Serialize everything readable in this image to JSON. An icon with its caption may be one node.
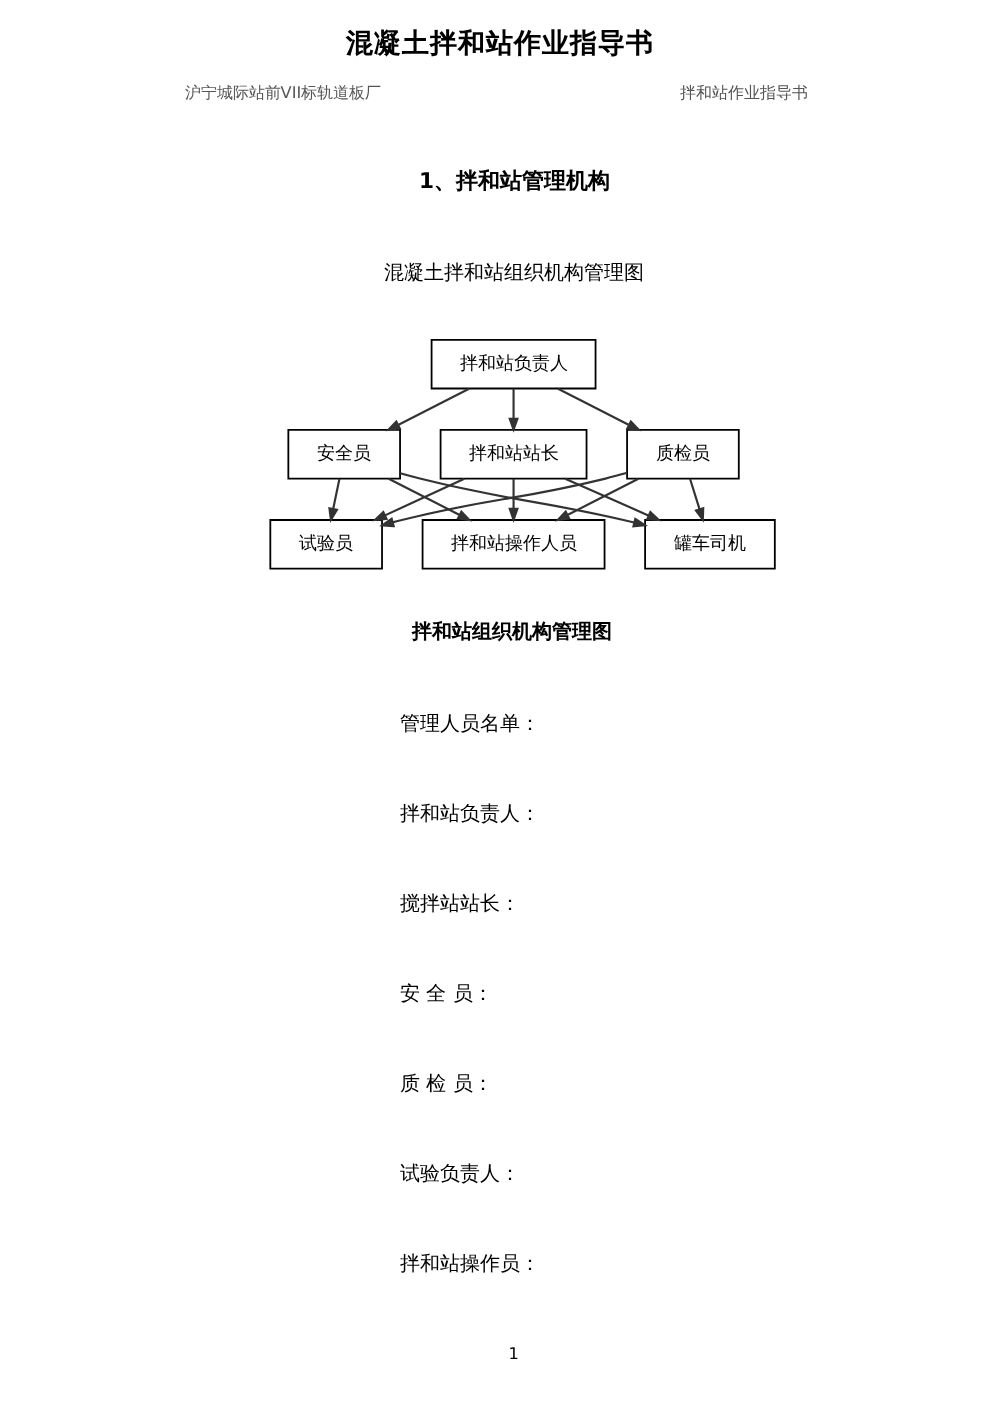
{
  "diagram": {
    "title": "混凝土拌和站作业指导书",
    "caption": "拌和站组织机构管理图",
    "nodes": [
      {
        "text": [
          "拌和站负责人"
        ]
      },
      {
        "text": [
          "安全员"
        ]
      },
      {
        "text": [
          "拌和站站长"
        ]
      },
      {
        "text": [
          "质检员"
        ]
      },
      {
        "text": [
          "试验员"
        ]
      },
      {
        "text": [
          "拌和站操作人员"
        ]
      },
      {
        "text": [
          "罐车司机"
        ]
      }
    ],
    "edges": [
      {
        "from": 0,
        "to": 1,
        "arrow": "to"
      },
      {
        "from": 0,
        "to": 2,
        "arrow": "to"
      },
      {
        "from": 0,
        "to": 3,
        "arrow": "to"
      },
      {
        "from": 1,
        "to": 4,
        "arrow": "to"
      },
      {
        "from": 1,
        "to": 5,
        "arrow": "to"
      },
      {
        "from": 1,
        "to": 6,
        "arrow": "to"
      },
      {
        "from": 2,
        "to": 4,
        "arrow": "to"
      },
      {
        "from": 2,
        "to": 5,
        "arrow": "to"
      },
      {
        "from": 2,
        "to": 6,
        "arrow": "to"
      },
      {
        "from": 3,
        "to": 4,
        "arrow": "to"
      },
      {
        "from": 3,
        "to": 5,
        "arrow": "to"
      },
      {
        "from": 3,
        "to": 6,
        "arrow": "to"
      }
    ],
    "labels": [
      "沪宁城际站前VII标轨道板厂",
      "拌和站作业指导书",
      "1、拌和站管理机构",
      "混凝土拌和站组织机构管理图",
      "管理人员名单：",
      "拌和站负责人：",
      "搅拌站站长：",
      "安 全 员：",
      "质 检 员：",
      "试验负责人：",
      "拌和站操作员：",
      "1"
    ]
  }
}
